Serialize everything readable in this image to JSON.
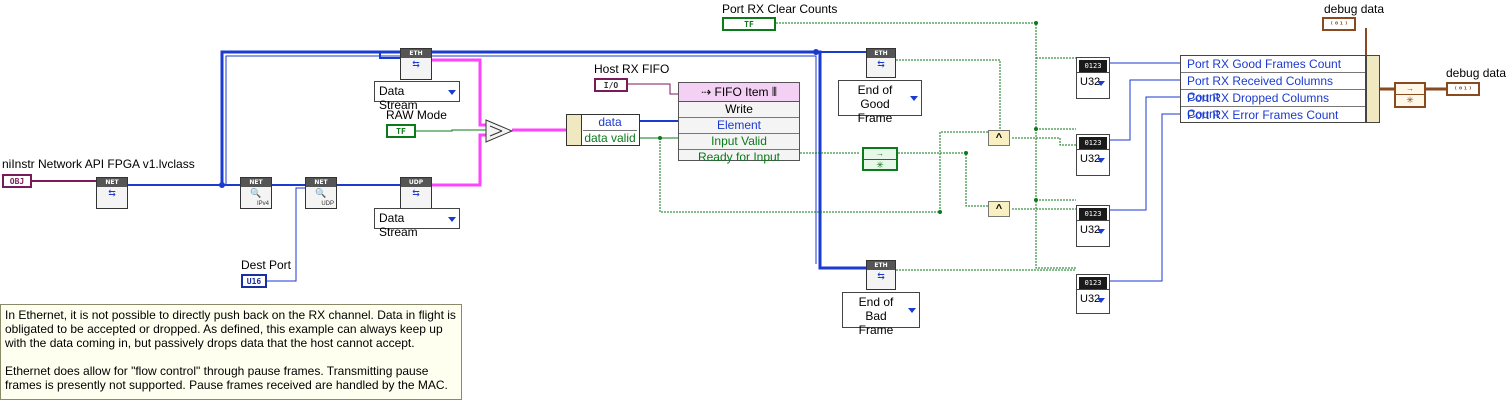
{
  "labels": {
    "port_rx_clear_counts": "Port RX Clear Counts",
    "debug_data_top": "debug data",
    "debug_data_right": "debug data",
    "host_rx_fifo": "Host RX FIFO",
    "raw_mode": "RAW Mode",
    "class_name": "niInstr Network API FPGA v1.lvclass",
    "dest_port": "Dest Port"
  },
  "terminals": {
    "tf": "TF",
    "io": "I/O",
    "obj": "OBJ",
    "u16": "U16",
    "dbg": "⁽⁰¹⁾"
  },
  "nodes": {
    "eth": "ETH",
    "udp": "UDP",
    "net": "NET",
    "ipv4": "IPv4",
    "udp_sub": "UDP"
  },
  "dropdowns": {
    "data_stream_1": "Data Stream",
    "data_stream_2": "Data Stream",
    "end_of_good_frame": "End of Good Frame",
    "end_of_bad_frame": "End of Bad Frame",
    "u32_1": "U32",
    "u32_2": "U32",
    "u32_3": "U32",
    "u32_4": "U32",
    "num_display": "0123"
  },
  "unbundle": {
    "data": "data",
    "data_valid": "data valid"
  },
  "fifo": {
    "title": "FIFO Item",
    "rows": [
      "Write",
      "Element",
      "Input Valid",
      "Ready for Input"
    ]
  },
  "bundle": {
    "rows": [
      "Port RX Good Frames Count",
      "Port RX Received Columns Count",
      "Port RX Dropped Columns Count",
      "Port RX Error Frames Count"
    ]
  },
  "gates": {
    "and": "^"
  },
  "comment": {
    "p1": "In Ethernet, it is not possible to directly push back on the RX channel.  Data in flight is obligated to be accepted or dropped.  As defined, this example can always keep up with the data coming in, but passively drops data that the host cannot accept.",
    "p2": "Ethernet does allow for \"flow control\" through pause frames.  Transmitting pause frames is presently not supported.  Pause frames received are handled by the MAC."
  },
  "colors": {
    "wire_class": "#7a1a5a",
    "wire_u16": "#1a3ad0",
    "wire_bool": "#0a7a1a",
    "wire_cluster": "#ff44ff",
    "wire_debug": "#8a4a20"
  }
}
